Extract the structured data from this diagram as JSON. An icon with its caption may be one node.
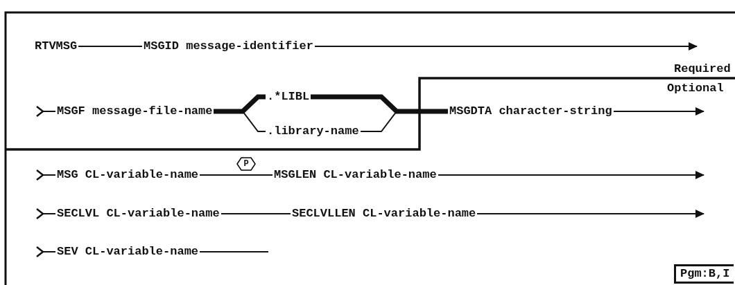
{
  "diagram": {
    "nodes": [
      {
        "text": [
          "RTVMSG"
        ]
      },
      {
        "text": [
          "MSGID message-identifier"
        ]
      },
      {
        "text": [
          "MSGF message-file-name"
        ]
      },
      {
        "text": [
          ".*LIBL"
        ]
      },
      {
        "text": [
          ".library-name"
        ]
      },
      {
        "text": [
          "MSGDTA character-string"
        ]
      },
      {
        "text": [
          "MSG CL-variable-name"
        ]
      },
      {
        "text": [
          "P"
        ]
      },
      {
        "text": [
          "MSGLEN CL-variable-name"
        ]
      },
      {
        "text": [
          "SECLVL CL-variable-name"
        ]
      },
      {
        "text": [
          "SECLVLLEN CL-variable-name"
        ]
      },
      {
        "text": [
          "SEV CL-variable-name"
        ]
      },
      {
        "text": [
          "Pgm:B,I"
        ]
      }
    ],
    "edges": [
      {
        "from": 0,
        "to": 1,
        "arrow": "none"
      },
      {
        "from": 1,
        "to": null,
        "arrow": "to"
      },
      {
        "from": null,
        "to": 2,
        "arrow": "other"
      },
      {
        "from": 2,
        "to": 3,
        "arrow": "none",
        "style": "thick"
      },
      {
        "from": 2,
        "to": 4,
        "arrow": "none"
      },
      {
        "from": 3,
        "to": 5,
        "arrow": "none",
        "style": "thick"
      },
      {
        "from": 4,
        "to": 5,
        "arrow": "none"
      },
      {
        "from": 5,
        "to": null,
        "arrow": "to"
      },
      {
        "from": null,
        "to": 6,
        "arrow": "other"
      },
      {
        "from": 6,
        "to": 8,
        "arrow": "none"
      },
      {
        "from": 8,
        "to": null,
        "arrow": "to"
      },
      {
        "from": null,
        "to": 9,
        "arrow": "other"
      },
      {
        "from": 9,
        "to": 10,
        "arrow": "none"
      },
      {
        "from": 10,
        "to": null,
        "arrow": "to"
      },
      {
        "from": null,
        "to": 11,
        "arrow": "other"
      },
      {
        "from": 11,
        "to": null,
        "arrow": "none"
      }
    ],
    "labels": [
      "Required",
      "Optional"
    ]
  }
}
